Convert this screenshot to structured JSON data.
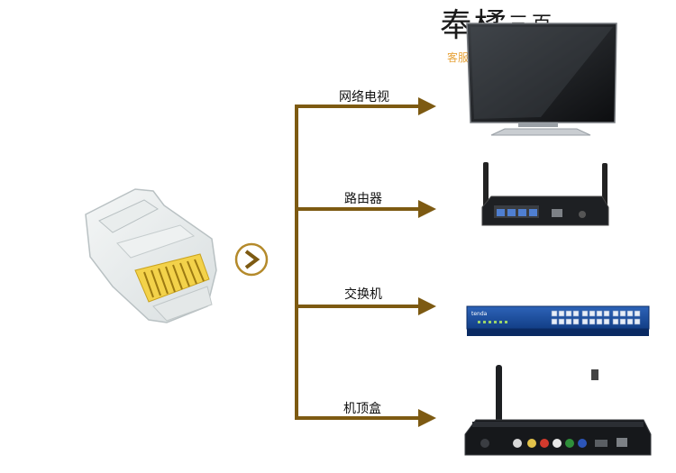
{
  "brand": {
    "title": "奉橘",
    "suffix": "三百",
    "hotline": "客服电话：13752470677"
  },
  "colors": {
    "connector": "#7d5a12",
    "accent_circle": "#b48a2b",
    "hotline": "#e7a33a"
  },
  "devices": [
    {
      "label": "网络电视",
      "icon": "smart-tv-icon"
    },
    {
      "label": "路由器",
      "icon": "router-icon"
    },
    {
      "label": "交换机",
      "icon": "network-switch-icon"
    },
    {
      "label": "机顶盒",
      "icon": "set-top-box-icon"
    }
  ],
  "connector": {
    "icon": "rj45-plug-icon",
    "arrow_icon": "chevron-right-icon"
  }
}
